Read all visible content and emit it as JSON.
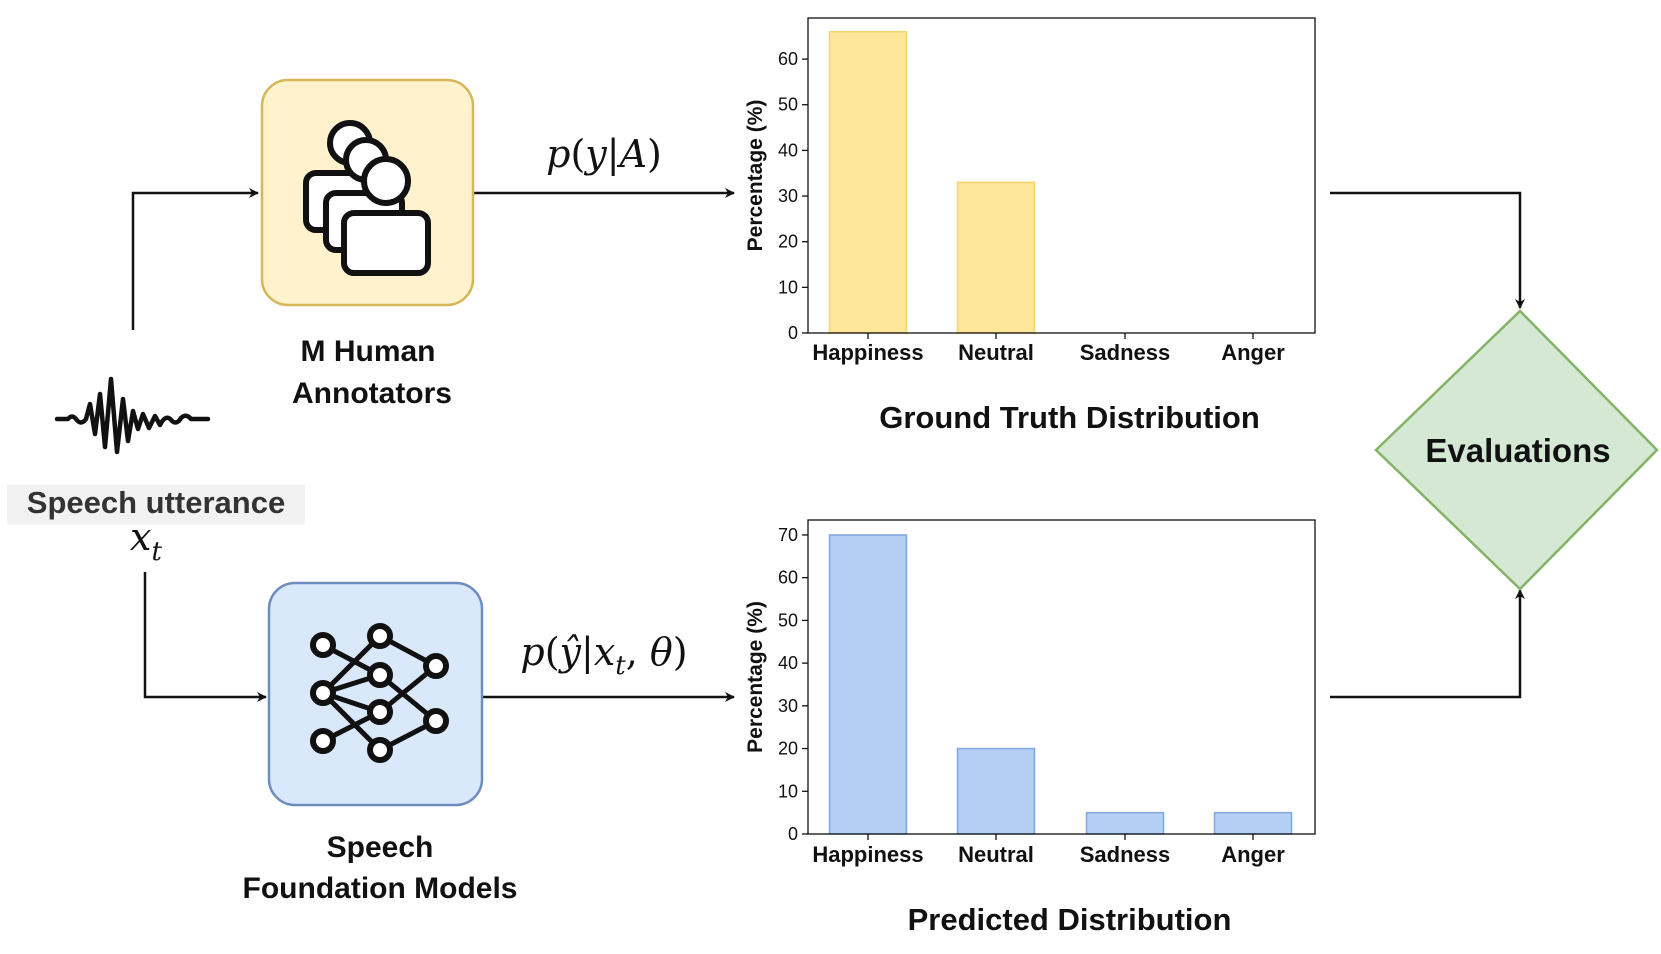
{
  "nodes": {
    "speech_utterance": {
      "label": "Speech utterance",
      "symbol": "x",
      "symbol_sub": "t"
    },
    "annotators": {
      "line1": "M Human",
      "line2": "Annotators",
      "fill": "#fff2cc",
      "stroke": "#d6b656"
    },
    "foundation_models": {
      "line1": "Speech",
      "line2": "Foundation Models",
      "fill": "#dae8fc",
      "stroke": "#6c8ebf"
    },
    "evaluations": {
      "label": "Evaluations",
      "fill": "#d5e8d4",
      "stroke": "#82b366"
    }
  },
  "edges": {
    "annotator_output": {
      "p": "p",
      "y": "y",
      "given": "A"
    },
    "model_output": {
      "p": "p",
      "y": "ŷ",
      "given_x": "x",
      "given_sub": "t",
      "given_theta": "θ"
    }
  },
  "chart_data": [
    {
      "type": "bar",
      "title": "Ground Truth Distribution",
      "categories": [
        "Happiness",
        "Neutral",
        "Sadness",
        "Anger"
      ],
      "values": [
        66,
        33,
        0,
        0
      ],
      "ylabel": "Percentage (%)",
      "yticks": [
        0,
        10,
        20,
        30,
        40,
        50,
        60
      ],
      "ylim": [
        0,
        69
      ],
      "bar_fill": "#fde699",
      "bar_stroke": "#f3d56b"
    },
    {
      "type": "bar",
      "title": "Predicted Distribution",
      "categories": [
        "Happiness",
        "Neutral",
        "Sadness",
        "Anger"
      ],
      "values": [
        70,
        20,
        5,
        5
      ],
      "ylabel": "Percentage (%)",
      "yticks": [
        0,
        10,
        20,
        30,
        40,
        50,
        60,
        70
      ],
      "ylim": [
        0,
        73.5
      ],
      "bar_fill": "#b4cff4",
      "bar_stroke": "#7fa7e3"
    }
  ]
}
